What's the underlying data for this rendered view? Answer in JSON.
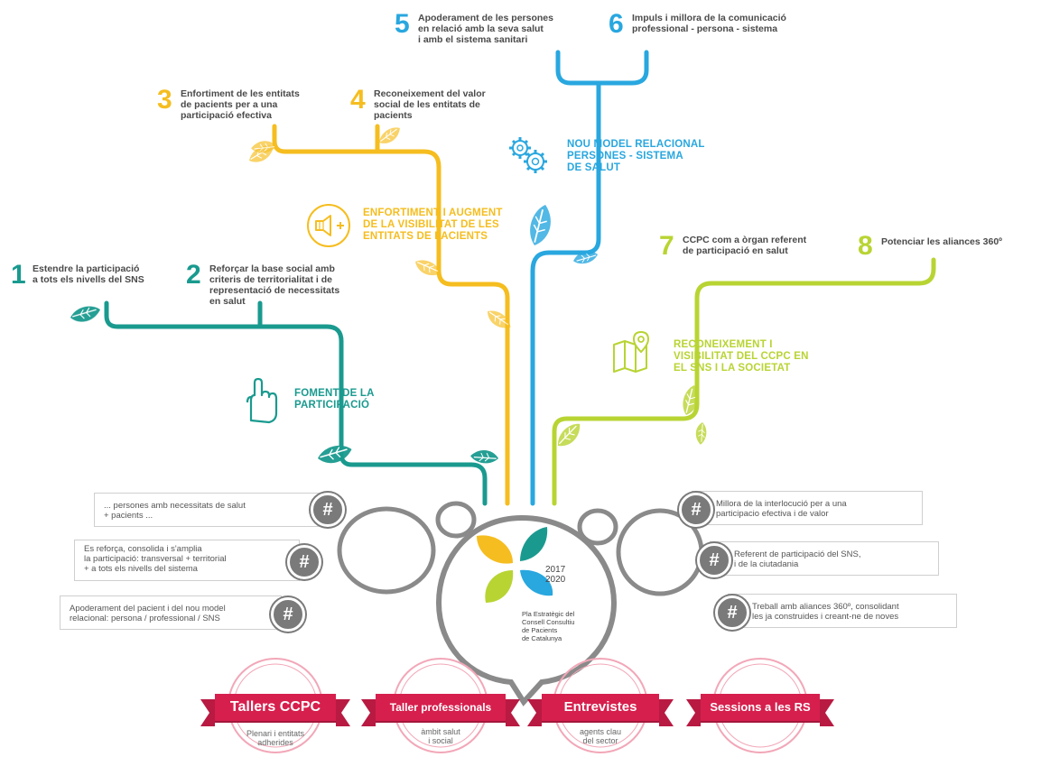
{
  "colors": {
    "teal": "#1a9a8f",
    "yellow": "#f5bd1f",
    "blue": "#29a7df",
    "lime": "#b8d433",
    "gray": "#7a7a7a",
    "red": "#d61f4d",
    "pink_ring": "#f2a7b8"
  },
  "goals": [
    {
      "num": "1",
      "text": "Estendre la participació\na tots els nivells del SNS",
      "color": "teal"
    },
    {
      "num": "2",
      "text": "Reforçar la base social amb\ncriteris de territorialitat i de\nrepresentació de necessitats\nen salut",
      "color": "teal"
    },
    {
      "num": "3",
      "text": "Enfortiment de les entitats\nde pacients per a una\nparticipació efectiva",
      "color": "yellow"
    },
    {
      "num": "4",
      "text": "Reconeixement del valor\nsocial de les entitats de\npacients",
      "color": "yellow"
    },
    {
      "num": "5",
      "text": "Apoderament de les persones\nen relació amb la seva salut\ni amb el sistema sanitari",
      "color": "blue"
    },
    {
      "num": "6",
      "text": "Impuls i millora de la comunicació\nprofessional - persona - sistema",
      "color": "blue"
    },
    {
      "num": "7",
      "text": "CCPC com a òrgan referent\nde participació en salut",
      "color": "lime"
    },
    {
      "num": "8",
      "text": "Potenciar les aliances 360º",
      "color": "lime"
    }
  ],
  "axes": [
    {
      "text": "FOMENT DE LA\nPARTICIPACIÓ",
      "color": "teal",
      "icon": "hand-pointer-icon"
    },
    {
      "text": "ENFORTIMENT I AUGMENT\nDE LA VISIBILITAT DE LES\nENTITATS DE PACIENTS",
      "color": "yellow",
      "icon": "megaphone-icon"
    },
    {
      "text": "NOU MODEL RELACIONAL\nPERSONES - SISTEMA\nDE SALUT",
      "color": "blue",
      "icon": "gears-icon"
    },
    {
      "text": "RECONEIXEMENT I\nVISIBILITAT DEL CCPC EN\nEL SNS I LA SOCIETAT",
      "color": "lime",
      "icon": "map-pin-icon"
    }
  ],
  "hashtags_left": [
    "... persones amb necessitats de salut\n+ pacients ...",
    "Es reforça, consolida i s'amplia\nla participació: transversal + territorial\n+ a tots els nivells del sistema",
    "Apoderament del pacient i del nou model\nrelacional: persona / professional / SNS"
  ],
  "hashtags_right": [
    "Millora de la interlocució per a una\nparticipacio efectiva i de valor",
    "Referent de participació del SNS,\ni de la ciutadania",
    "Treball amb aliances 360º, consolidant\nles ja construides i creant-ne de noves"
  ],
  "hash_symbol": "#",
  "logo": {
    "years": "2017\n2020",
    "caption": "Pla Estratègic del\nConsell Consultiu\nde Pacients\nde Catalunya"
  },
  "badges": [
    {
      "title": "Tallers CCPC",
      "subtitle": "Plenari i entitats\nadherides"
    },
    {
      "title": "Taller professionals",
      "subtitle": "àmbit salut\ni social"
    },
    {
      "title": "Entrevistes",
      "subtitle": "agents clau\ndel sector"
    },
    {
      "title": "Sessions a les RS",
      "subtitle": ""
    }
  ]
}
